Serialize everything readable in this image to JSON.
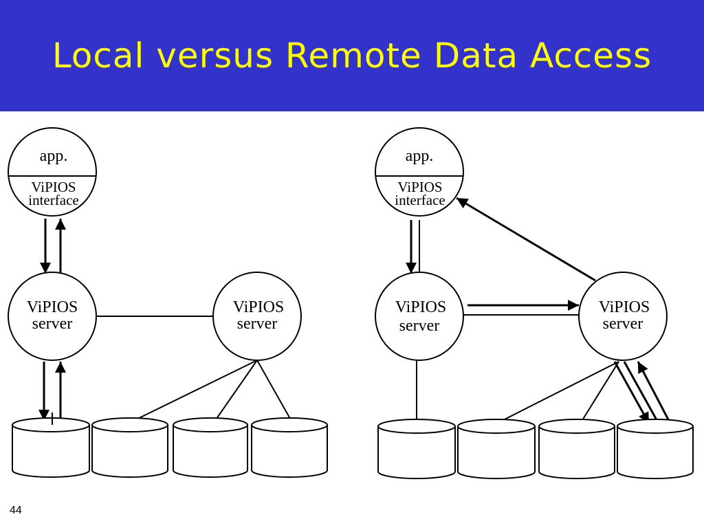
{
  "slide": {
    "title": "Local versus Remote Data Access",
    "page_number": "44"
  },
  "colors": {
    "title_background": "#3333cc",
    "title_text": "#ffff00",
    "diagram_stroke": "#000000"
  },
  "diagrams": {
    "local": {
      "app_label": "app.",
      "interface_label_1": "ViPIOS",
      "interface_label_2": "interface",
      "server_local_label_1": "ViPIOS",
      "server_local_label_2": "server",
      "server_remote_label_1": "ViPIOS",
      "server_remote_label_2": "server"
    },
    "remote": {
      "app_label": "app.",
      "interface_label_1": "ViPIOS",
      "interface_label_2": "interface",
      "server_local_label_1": "ViPIOS",
      "server_local_label_2": "server",
      "server_remote_label_1": "ViPIOS",
      "server_remote_label_2": "server"
    }
  }
}
